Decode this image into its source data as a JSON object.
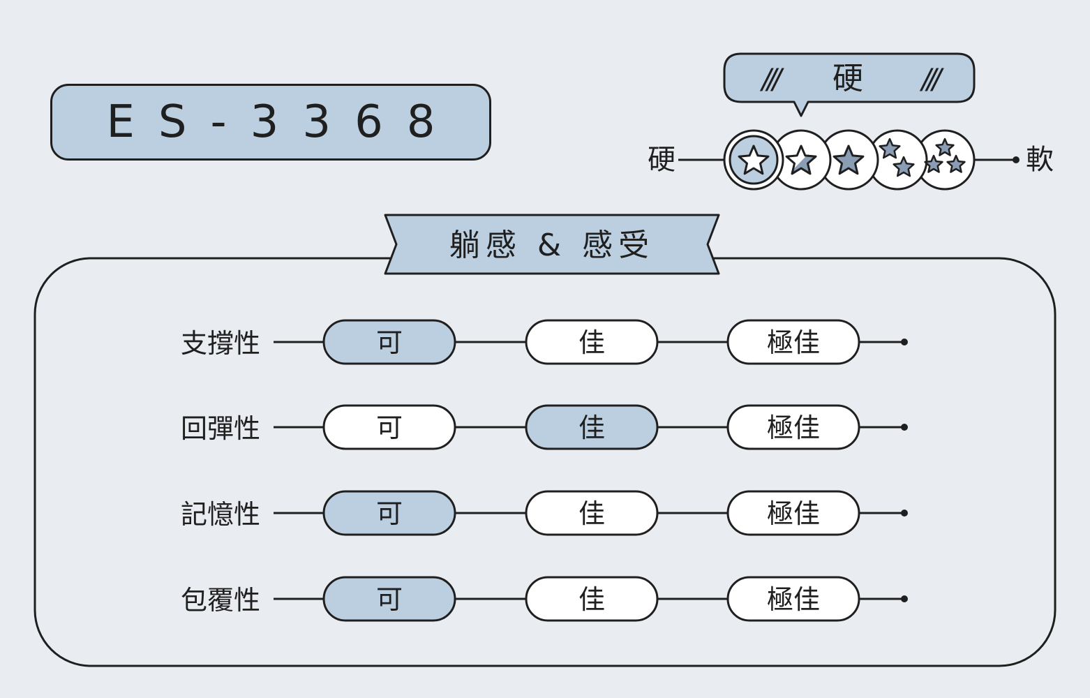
{
  "model": {
    "code": "ES-3368"
  },
  "firmness": {
    "callout_label": "硬",
    "callout_hatch": "///",
    "left_label": "硬",
    "right_label": "軟",
    "levels": 5,
    "selected_level": 1,
    "selected_level_name": "硬"
  },
  "section": {
    "title": "躺感 & 感受",
    "rows": [
      {
        "label": "支撐性",
        "options": [
          "可",
          "佳",
          "極佳"
        ],
        "selected": 0
      },
      {
        "label": "回彈性",
        "options": [
          "可",
          "佳",
          "極佳"
        ],
        "selected": 1
      },
      {
        "label": "記憶性",
        "options": [
          "可",
          "佳",
          "極佳"
        ],
        "selected": 0
      },
      {
        "label": "包覆性",
        "options": [
          "可",
          "佳",
          "極佳"
        ],
        "selected": 0
      }
    ]
  },
  "colors": {
    "background": "#e9edf2",
    "accent": "#bccfe0",
    "star_fill": "#8a9db5",
    "outline": "#1f1f1f",
    "chip_default": "#ffffff"
  }
}
